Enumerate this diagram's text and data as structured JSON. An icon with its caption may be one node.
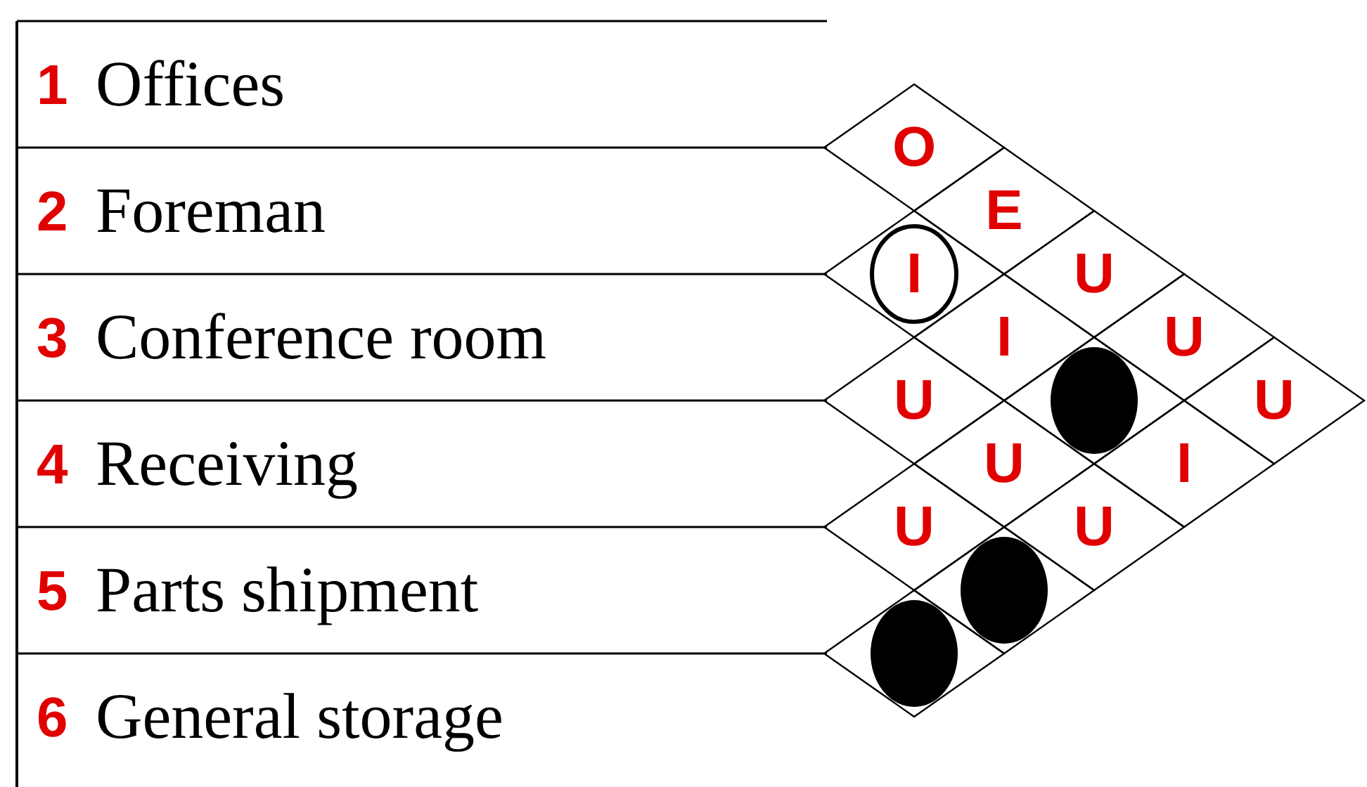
{
  "diagram": {
    "labels": [
      "1",
      "Offices",
      "2",
      "Foreman",
      "3",
      "Conference room",
      "4",
      "Receiving",
      "5",
      "Parts shipment",
      "6",
      "General storage",
      "O",
      "E",
      "U",
      "I",
      "I",
      "U",
      "U",
      "U",
      "I",
      "U",
      "U",
      "U"
    ]
  }
}
